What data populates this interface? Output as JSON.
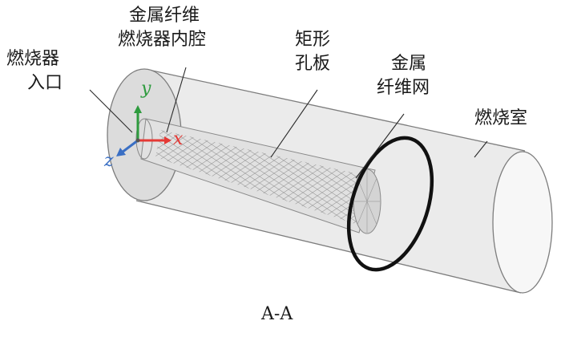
{
  "labels": {
    "burner_inlet": [
      "燃烧器",
      "入口"
    ],
    "inner_cavity": [
      "金属纤维",
      "燃烧器内腔"
    ],
    "orifice_plate": [
      "矩形",
      "孔板"
    ],
    "fiber_mesh": [
      "金属",
      "纤维网"
    ],
    "chamber": "燃烧室",
    "section": "A-A"
  },
  "axes": {
    "x": "x",
    "y": "y",
    "z": "z"
  },
  "colors": {
    "x_axis": "#e53935",
    "y_axis": "#2e9b3e",
    "z_axis": "#3a6fc4",
    "outline": "#7d7d7d",
    "ring": "#111111"
  }
}
